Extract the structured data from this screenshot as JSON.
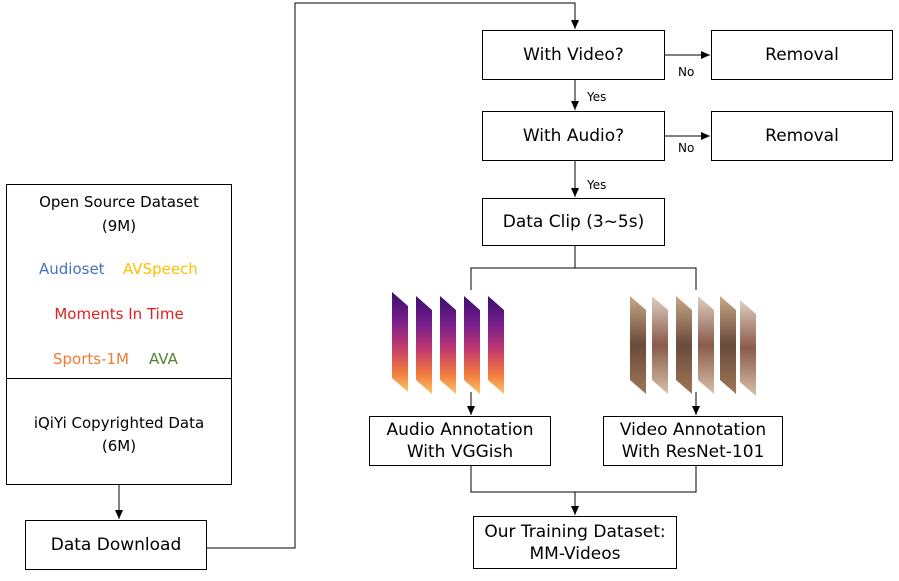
{
  "source_panel": {
    "open_source": {
      "title": "Open Source Dataset",
      "count": "(9M)",
      "datasets": [
        {
          "label": "Audioset",
          "color": "#4472c4"
        },
        {
          "label": "AVSpeech",
          "color": "#ffc000"
        },
        {
          "label": "Moments In Time",
          "color": "#e02020"
        },
        {
          "label": "Sports-1M",
          "color": "#ed7d31"
        },
        {
          "label": "AVA",
          "color": "#548235"
        }
      ]
    },
    "copyrighted": {
      "title": "iQiYi Copyrighted Data",
      "count": "(6M)"
    }
  },
  "nodes": {
    "data_download": "Data Download",
    "with_video": "With Video?",
    "with_audio": "With Audio?",
    "removal_1": "Removal",
    "removal_2": "Removal",
    "data_clip": "Data Clip (3~5s)",
    "audio_annotation": {
      "line1": "Audio Annotation",
      "line2": "With VGGish"
    },
    "video_annotation": {
      "line1": "Video Annotation",
      "line2": "With ResNet-101"
    },
    "training_dataset": {
      "line1": "Our Training Dataset:",
      "line2": "MM-Videos"
    }
  },
  "edge_labels": {
    "video_no": "No",
    "video_yes": "Yes",
    "audio_no": "No",
    "audio_yes": "Yes"
  },
  "icons": {
    "spectrogram_frames": "audio-spectrogram-icon",
    "video_frames": "video-frames-icon"
  },
  "colors": {
    "line": "#000000",
    "spectrogram": [
      "#3a0f6e",
      "#7b1f8c",
      "#c33a6e",
      "#f07a3c",
      "#fbc56a"
    ],
    "video_frames": [
      "#6a4a3a",
      "#a07858",
      "#d8c0a8",
      "#8a5a4a",
      "#c09070"
    ]
  }
}
